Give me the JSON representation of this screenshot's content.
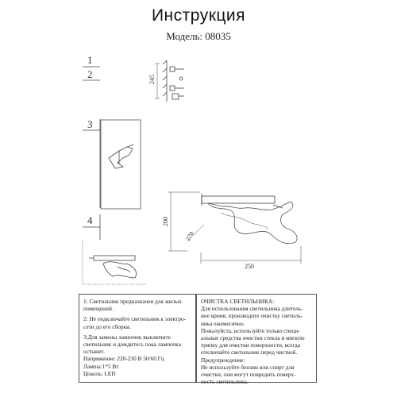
{
  "header": {
    "title": "Инструкция",
    "model": "Модель: 08035"
  },
  "steps": {
    "s1": "1",
    "s2": "2",
    "s3": "3",
    "s4": "4"
  },
  "dimensions": {
    "side_height": "245",
    "height": "200",
    "depth": "270",
    "width": "250"
  },
  "left_box": {
    "lines": [
      "1: Светильник предназначен для жилых",
      "помещений .",
      "2: Не подключайте светильник к электро-",
      "сети до его сборки.",
      "3:Для замены лампочек выключите",
      "светильник  и дождитесь пока лампочка",
      "остынет.",
      "Напряжение: 220-230 В 50/60 Гц",
      "Лампы:1*5 Вт",
      "Цоколь: LED"
    ]
  },
  "right_box": {
    "lines": [
      "ОЧИСТКА СВЕТИЛЬНИКА:",
      "Для использования светильника длитель-",
      "ное время, производите очистку светиль-",
      "ника ежемесячно.",
      "Пожалуйста, используйте только специ-",
      "альные средства очистки стекла и мягкую",
      "тряпку для очистки поверхности, всегда",
      "отключайте светильник перед чисткой.",
      "Предупреждение:",
      "Не используйте бензин или спирт для",
      "очистки, они могут повредить поверх-",
      "ность светильника."
    ]
  },
  "colors": {
    "line": "#555555",
    "text": "#1a1a1a",
    "background": "#ffffff"
  }
}
